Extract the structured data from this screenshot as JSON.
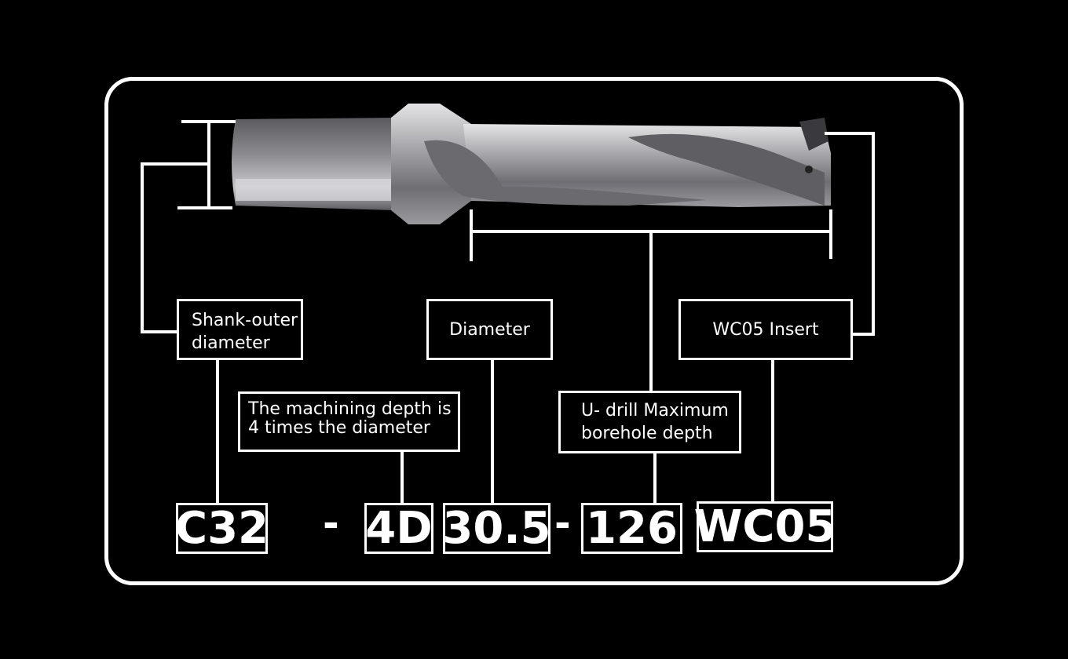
{
  "labels": {
    "shank": "Shank-outer diameter",
    "shank_line1": "Shank-outer",
    "shank_line2": "diameter",
    "diameter": "Diameter",
    "insert": "WC05 Insert",
    "depth_ratio_line1": "The machining depth is",
    "depth_ratio_line2": "4 times the diameter",
    "max_depth_line1": "U- drill Maximum",
    "max_depth_line2": "borehole depth"
  },
  "code": {
    "shank": "C32",
    "sep1": "-",
    "depth_ratio": "4D",
    "diameter": "30.5",
    "sep2": "-",
    "max_depth": "126",
    "insert": "WC05"
  },
  "colors": {
    "background": "#000000",
    "lines": "#ffffff",
    "drill_steel": "#b8b8bc"
  }
}
